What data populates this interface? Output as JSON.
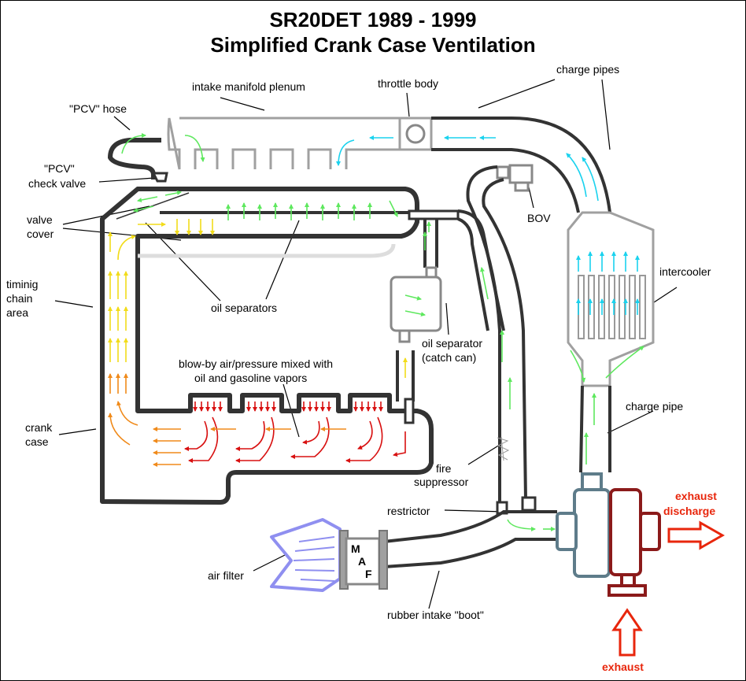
{
  "title": {
    "line1": "SR20DET 1989 - 1999",
    "line2": "Simplified Crank Case Ventilation"
  },
  "labels": {
    "intake_manifold_plenum": "intake manifold plenum",
    "throttle_body": "throttle body",
    "charge_pipes": "charge pipes",
    "pcv_hose": "\"PCV\" hose",
    "pcv_check_valve_1": "\"PCV\"",
    "pcv_check_valve_2": "check valve",
    "valve_cover_1": "valve",
    "valve_cover_2": "cover",
    "bov": "BOV",
    "timing_chain_1": "timinig",
    "timing_chain_2": "chain",
    "timing_chain_3": "area",
    "intercooler": "intercooler",
    "oil_separators": "oil separators",
    "oil_separator_catch_1": "oil separator",
    "oil_separator_catch_2": "(catch can)",
    "blowby_1": "blow-by air/pressure mixed with",
    "blowby_2": "oil and gasoline vapors",
    "charge_pipe": "charge pipe",
    "crank_case_1": "crank",
    "crank_case_2": "case",
    "fire_suppressor_1": "fire",
    "fire_suppressor_2": "suppressor",
    "restrictor": "restrictor",
    "exhaust_discharge_1": "exhaust",
    "exhaust_discharge_2": "discharge",
    "air_filter": "air filter",
    "rubber_intake_boot": "rubber intake \"boot\"",
    "exhaust": "exhaust"
  },
  "maf": {
    "m": "M",
    "a": "A",
    "f": "F"
  },
  "colors": {
    "outline": "#333333",
    "pipe_gray": "#a0a0a0",
    "turbo_comp": "#5e7c8a",
    "turbo_turbine": "#8b1a1a",
    "exhaust_red": "#e8260c",
    "filter_blue": "#8f8ff0",
    "flow_red": "#d81010",
    "flow_orange": "#f08a1a",
    "flow_yellow": "#f2dc1a",
    "flow_green": "#5ee85e",
    "flow_cyan": "#1ad2ee"
  }
}
